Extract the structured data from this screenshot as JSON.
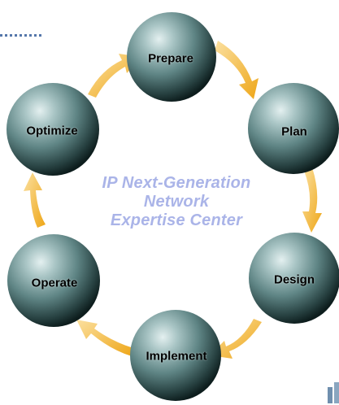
{
  "center_text": {
    "line1": "IP Next-Generation",
    "line2": "Network",
    "line3": "Expertise Center"
  },
  "stages": [
    {
      "id": "prepare",
      "label": "Prepare"
    },
    {
      "id": "plan",
      "label": "Plan"
    },
    {
      "id": "design",
      "label": "Design"
    },
    {
      "id": "implement",
      "label": "Implement"
    },
    {
      "id": "operate",
      "label": "Operate"
    },
    {
      "id": "optimize",
      "label": "Optimize"
    }
  ],
  "colors": {
    "arrow": "#f0b020",
    "sphere_light": "#dbeaea",
    "sphere_mid": "#6f9393",
    "sphere_dark": "#0f2222",
    "center_text": "#aab4e8",
    "dots": "#5577aa"
  }
}
